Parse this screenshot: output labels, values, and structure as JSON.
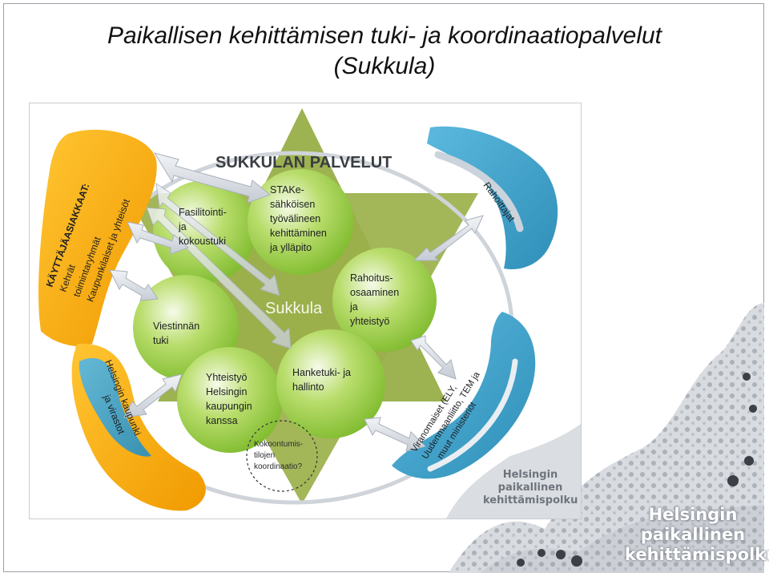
{
  "title": {
    "line1": "Paikallisen kehittämisen tuki- ja koordinaatiopalvelut",
    "line2": "(Sukkula)"
  },
  "diagram": {
    "heading": "SUKKULAN PALVELUT",
    "center": "Sukkula",
    "services": {
      "fasilitointi": [
        "Fasilitointi-",
        "ja",
        "kokoustuki"
      ],
      "stake": [
        "STAKe-",
        "sähköisen",
        "työvälineen",
        "kehittäminen",
        "ja ylläpito"
      ],
      "rahoitus": [
        "Rahoitus-",
        "osaaminen",
        "ja",
        "yhteistyö"
      ],
      "viestinta": [
        "Viestinnän",
        "tuki"
      ],
      "yhteistyo": [
        "Yhteistyö",
        "Helsingin",
        "kaupungin",
        "kanssa"
      ],
      "hanketuki": [
        "Hanketuki- ja",
        "hallinto"
      ],
      "kokoontumis": [
        "Kokoontumis-",
        "tilojen",
        "koordinaatio?"
      ]
    },
    "stakeholders": {
      "kayttajat": [
        "KÄYTTÄJÄASIAKKAAT:",
        "Kehrät",
        "toimintaryhmät",
        "Kaupunkilaiset ja yhteisöt"
      ],
      "helsinki": [
        "Helsingin kaupunki",
        "ja virastot"
      ],
      "rahoittajat": [
        "Rahoittajat"
      ],
      "viranomaiset": [
        "Viranomaiset (ELY,",
        "Uudenmaanliitto, TEM ja",
        "muut ministeriöt"
      ]
    },
    "colors": {
      "green": "#8dc63f",
      "olive": "#9bb04a",
      "orange": "#f7a600",
      "blue": "#3fa1c9",
      "arrow": "#d9dde4"
    }
  },
  "branding": {
    "inner": [
      "Helsingin",
      "paikallinen",
      "kehittämispolku"
    ],
    "outer": [
      "Helsingin",
      "paikallinen",
      "kehittämispolku"
    ]
  }
}
